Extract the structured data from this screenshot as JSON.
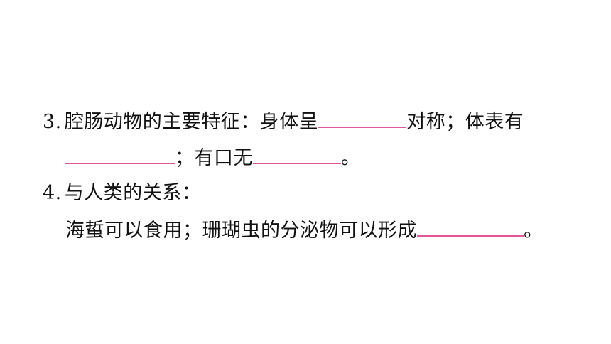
{
  "item3": {
    "number": "3.",
    "stem": "腔肠动物的主要特征：身体呈",
    "after_blank1": "对称；体表有",
    "after_blank2": "；有口无",
    "after_blank3": "。"
  },
  "item4": {
    "number": "4.",
    "title": "与人类的关系：",
    "body": "海蜇可以食用；珊瑚虫的分泌物可以形成",
    "after_blank4": "。"
  },
  "colors": {
    "blank_underline": "#e0569a",
    "text": "#111111",
    "background": "#ffffff"
  }
}
